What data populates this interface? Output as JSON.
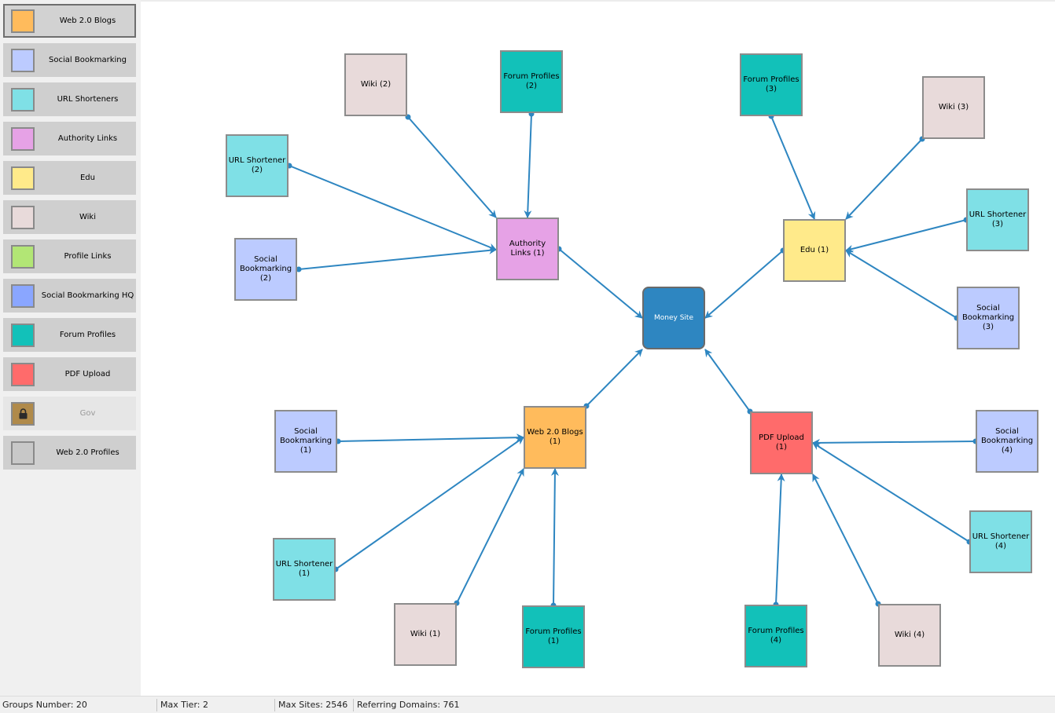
{
  "palette": [
    {
      "label": "Web 2.0 Blogs",
      "color": "#ffbb5c",
      "selected": true
    },
    {
      "label": "Social Bookmarking",
      "color": "#bccbff"
    },
    {
      "label": "URL Shorteners",
      "color": "#7fe0e6"
    },
    {
      "label": "Authority Links",
      "color": "#e6a2e6"
    },
    {
      "label": "Edu",
      "color": "#ffea8a"
    },
    {
      "label": "Wiki",
      "color": "#e8dada"
    },
    {
      "label": "Profile Links",
      "color": "#b2e675"
    },
    {
      "label": "Social Bookmarking HQ",
      "color": "#8aa6ff"
    },
    {
      "label": "Forum Profiles",
      "color": "#12c1b9"
    },
    {
      "label": "PDF Upload",
      "color": "#ff6b6b"
    },
    {
      "label": "Gov",
      "color": "#b08a4a",
      "locked": true,
      "icon": "lock-icon"
    },
    {
      "label": "Web 2.0 Profiles",
      "color": "#c8c8c8"
    }
  ],
  "nodes": {
    "money_site": {
      "label": "Money Site",
      "color": "#2e86c1"
    },
    "authority_links_1": {
      "label": "Authority Links (1)",
      "color": "#e6a2e6"
    },
    "edu_1": {
      "label": "Edu (1)",
      "color": "#ffea8a"
    },
    "web20_blogs_1": {
      "label": "Web 2.0 Blogs (1)",
      "color": "#ffbb5c"
    },
    "pdf_upload_1": {
      "label": "PDF Upload (1)",
      "color": "#ff6b6b"
    },
    "wiki_2": {
      "label": "Wiki (2)",
      "color": "#e8dada"
    },
    "forum_profiles_2": {
      "label": "Forum Profiles (2)",
      "color": "#12c1b9"
    },
    "url_shortener_2": {
      "label": "URL Shortener (2)",
      "color": "#7fe0e6"
    },
    "social_bookmarking_2": {
      "label": "Social Bookmarking (2)",
      "color": "#bccbff"
    },
    "forum_profiles_3": {
      "label": "Forum Profiles (3)",
      "color": "#12c1b9"
    },
    "wiki_3": {
      "label": "Wiki (3)",
      "color": "#e8dada"
    },
    "url_shortener_3": {
      "label": "URL Shortener (3)",
      "color": "#7fe0e6"
    },
    "social_bookmarking_3": {
      "label": "Social Bookmarking (3)",
      "color": "#bccbff"
    },
    "social_bookmarking_1": {
      "label": "Social Bookmarking (1)",
      "color": "#bccbff"
    },
    "url_shortener_1": {
      "label": "URL Shortener (1)",
      "color": "#7fe0e6"
    },
    "wiki_1": {
      "label": "Wiki (1)",
      "color": "#e8dada"
    },
    "forum_profiles_1": {
      "label": "Forum Profiles (1)",
      "color": "#12c1b9"
    },
    "social_bookmarking_4": {
      "label": "Social Bookmarking (4)",
      "color": "#bccbff"
    },
    "url_shortener_4": {
      "label": "URL Shortener (4)",
      "color": "#7fe0e6"
    },
    "forum_profiles_4": {
      "label": "Forum Profiles (4)",
      "color": "#12c1b9"
    },
    "wiki_4": {
      "label": "Wiki (4)",
      "color": "#e8dada"
    }
  },
  "edges": [
    [
      "wiki_2",
      "authority_links_1"
    ],
    [
      "forum_profiles_2",
      "authority_links_1"
    ],
    [
      "url_shortener_2",
      "authority_links_1"
    ],
    [
      "social_bookmarking_2",
      "authority_links_1"
    ],
    [
      "authority_links_1",
      "money_site"
    ],
    [
      "forum_profiles_3",
      "edu_1"
    ],
    [
      "wiki_3",
      "edu_1"
    ],
    [
      "url_shortener_3",
      "edu_1"
    ],
    [
      "social_bookmarking_3",
      "edu_1"
    ],
    [
      "edu_1",
      "money_site"
    ],
    [
      "social_bookmarking_1",
      "web20_blogs_1"
    ],
    [
      "url_shortener_1",
      "web20_blogs_1"
    ],
    [
      "wiki_1",
      "web20_blogs_1"
    ],
    [
      "forum_profiles_1",
      "web20_blogs_1"
    ],
    [
      "web20_blogs_1",
      "money_site"
    ],
    [
      "social_bookmarking_4",
      "pdf_upload_1"
    ],
    [
      "url_shortener_4",
      "pdf_upload_1"
    ],
    [
      "forum_profiles_4",
      "pdf_upload_1"
    ],
    [
      "wiki_4",
      "pdf_upload_1"
    ],
    [
      "pdf_upload_1",
      "money_site"
    ]
  ],
  "edge_color": "#2e86c1",
  "status": {
    "groups": "Groups Number: 20",
    "max_tier": "Max Tier: 2",
    "max_sites": "Max Sites: 2546",
    "referring_domains": "Referring Domains: 761"
  }
}
